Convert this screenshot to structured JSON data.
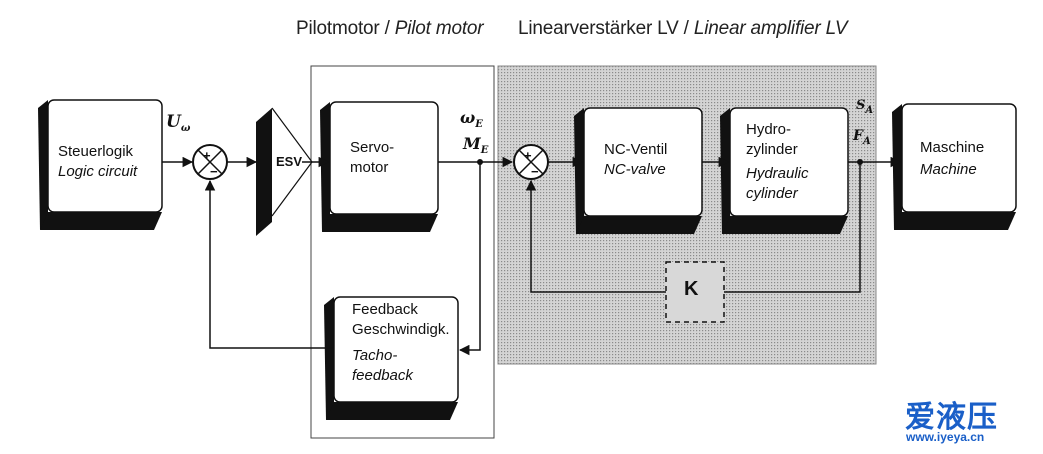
{
  "headers": {
    "pilot_de": "Pilotmotor",
    "pilot_sep": " / ",
    "pilot_en": "Pilot motor",
    "linear_de": "Linearverstärker LV",
    "linear_sep": " / ",
    "linear_en": "Linear amplifier LV"
  },
  "blocks": {
    "logic": {
      "de": "Steuerlogik",
      "en": "Logic circuit"
    },
    "servo": {
      "line1": "Servo-",
      "line2": "motor"
    },
    "feedback": {
      "line1": "Feedback",
      "line2": "Geschwindigk.",
      "line3": "Tacho-",
      "line4": "feedback"
    },
    "nc": {
      "de": "NC-Ventil",
      "en": "NC-valve"
    },
    "hydro": {
      "line1": "Hydro-",
      "line2": "zylinder",
      "line3": "Hydraulic",
      "line4": "cylinder"
    },
    "machine": {
      "de": "Maschine",
      "en": "Machine"
    },
    "k": "K"
  },
  "signals": {
    "u": "U",
    "u_sub": "ω",
    "omega": "ω",
    "omega_sub": "E",
    "m": "M",
    "m_sub": "E",
    "s": "S",
    "s_sub": "A",
    "f": "F",
    "f_sub": "A",
    "esv": "ESV"
  },
  "watermark": {
    "chars": "爱液压",
    "url": "www.iyeya.cn"
  },
  "colors": {
    "line": "#111111",
    "shade": "#bdbdbd",
    "watermark": "#1a5fc8",
    "watermark_red": "#d42020"
  }
}
